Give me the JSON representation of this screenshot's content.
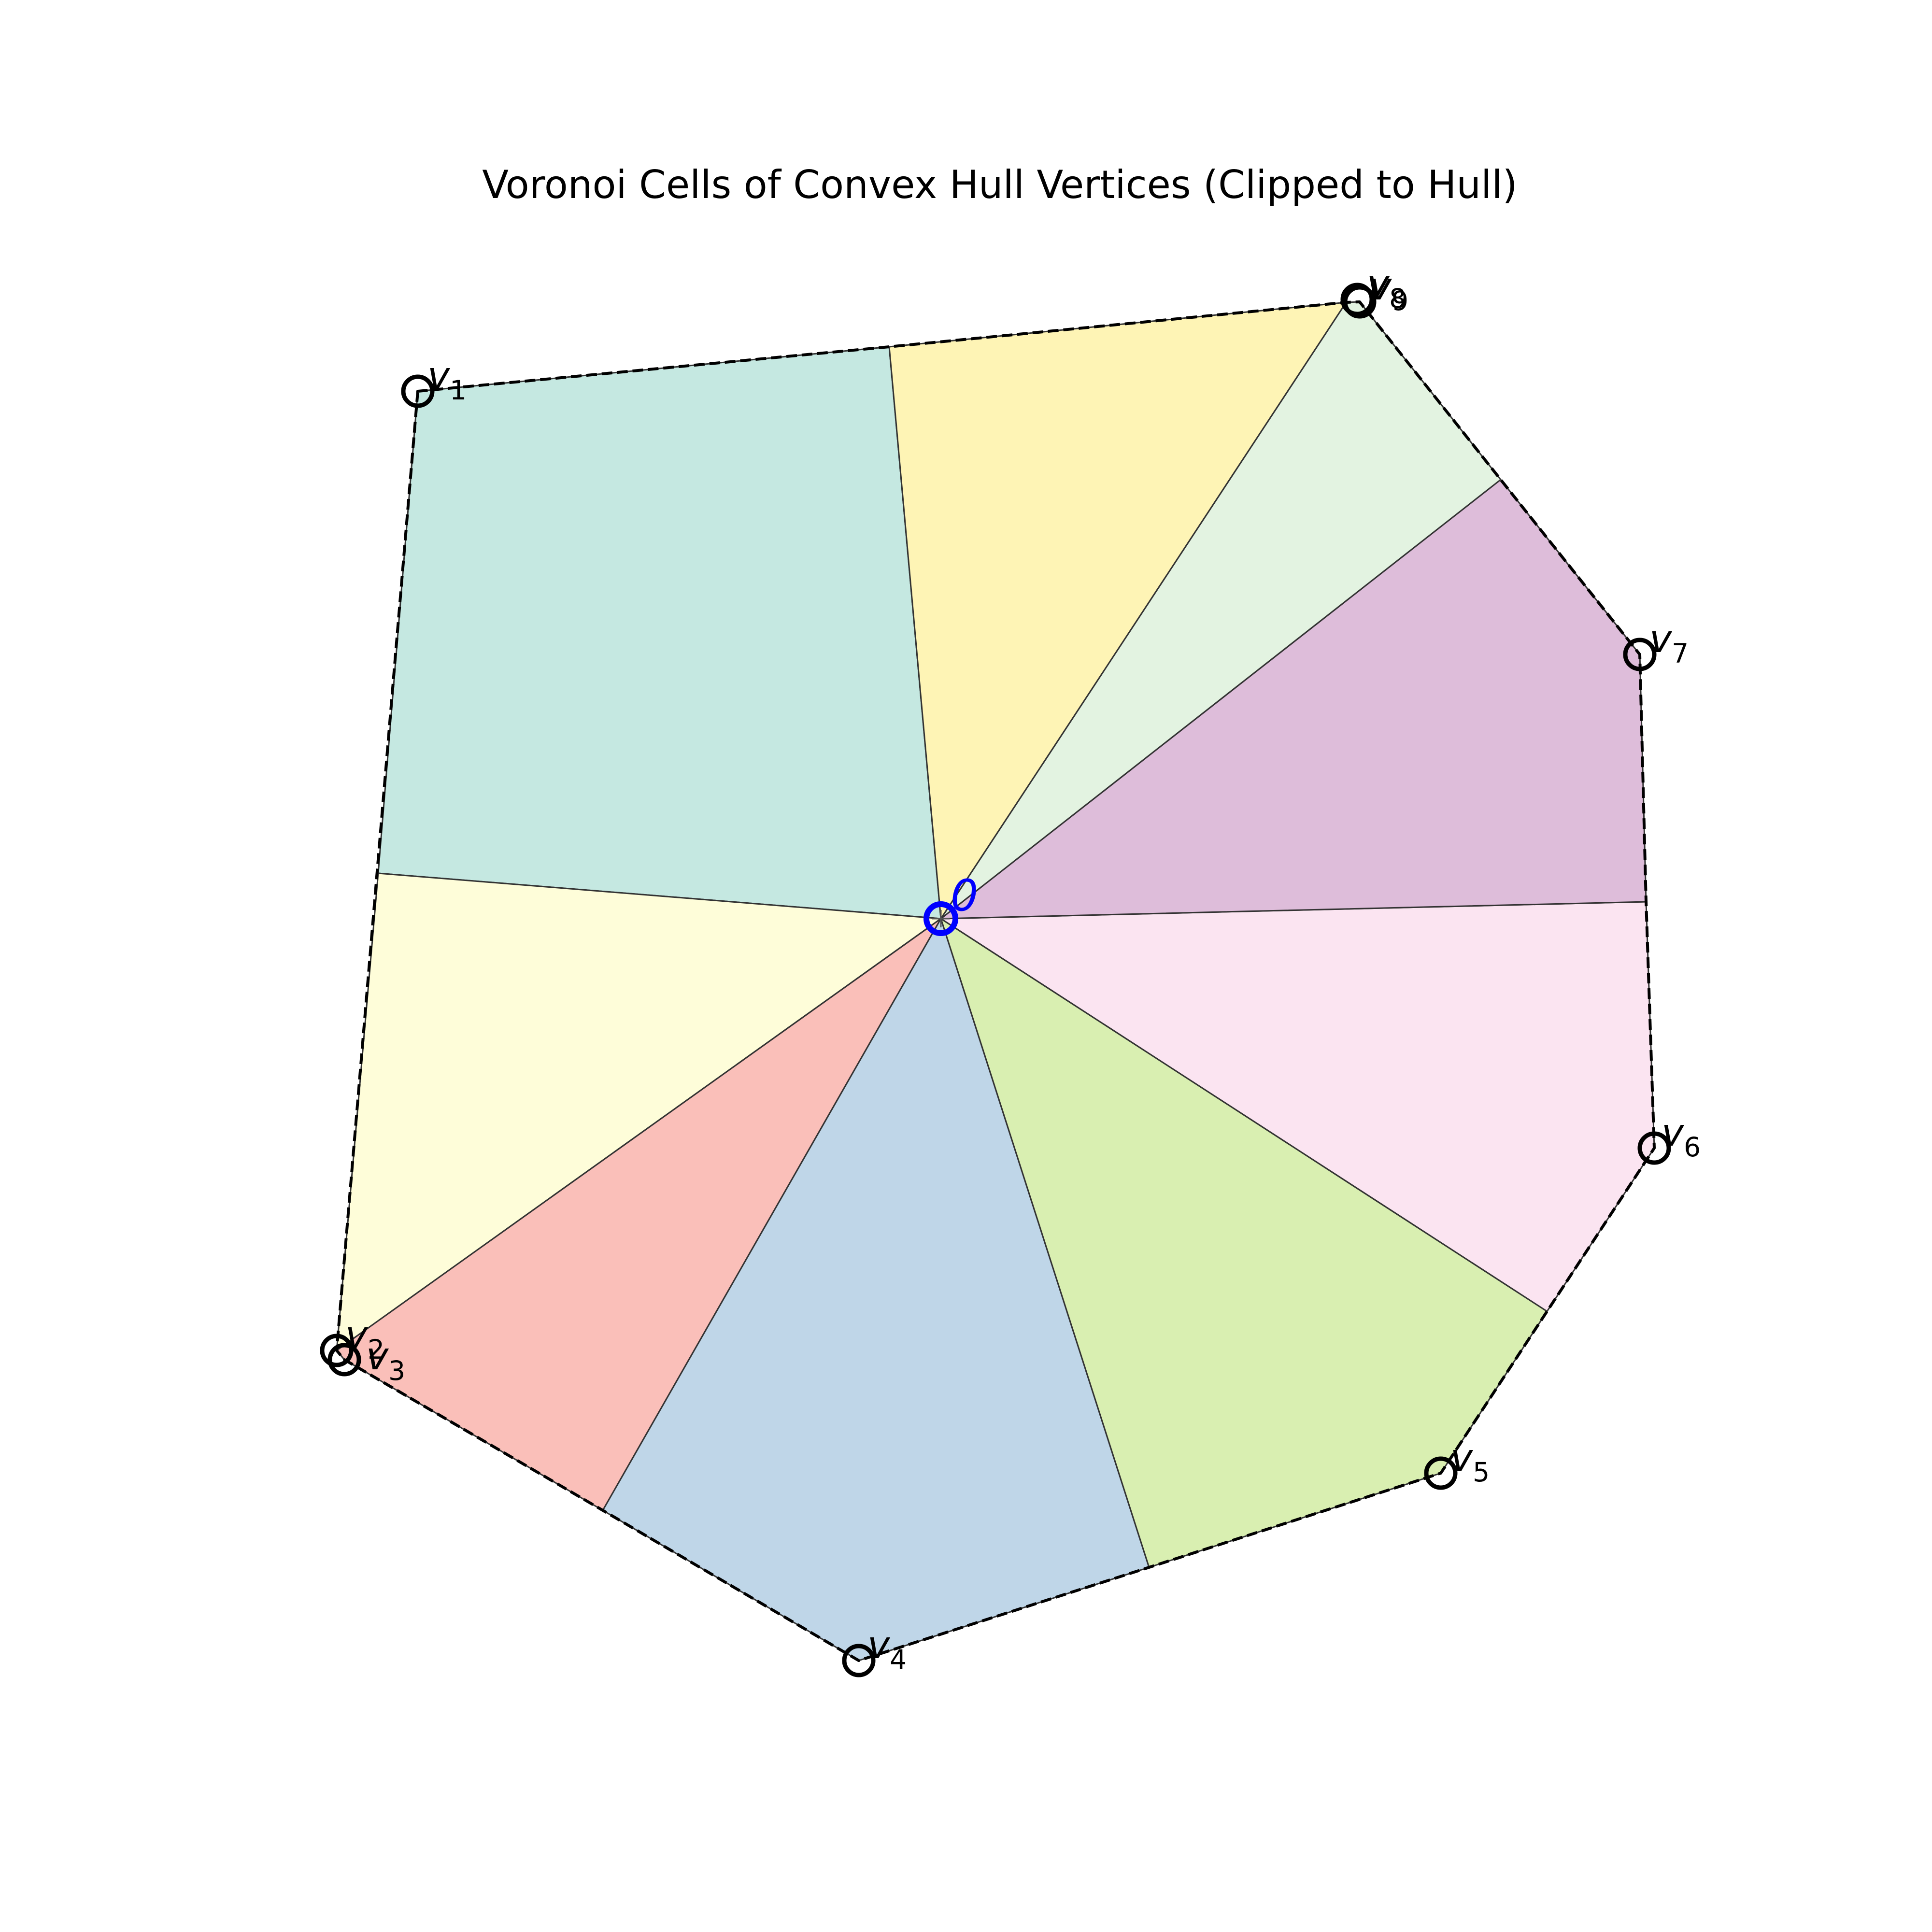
{
  "figure": {
    "title": "Voronoi Cells of Convex Hull Vertices (Clipped to Hull)"
  },
  "origin": {
    "label": "0",
    "color": "#0000ff"
  },
  "vertices": [
    {
      "id": "v1",
      "base": "v",
      "sub": "1"
    },
    {
      "id": "v2",
      "base": "v",
      "sub": "2"
    },
    {
      "id": "v3",
      "base": "v",
      "sub": "3"
    },
    {
      "id": "v4",
      "base": "v",
      "sub": "4"
    },
    {
      "id": "v5",
      "base": "v",
      "sub": "5"
    },
    {
      "id": "v6",
      "base": "v",
      "sub": "6"
    },
    {
      "id": "v7",
      "base": "v",
      "sub": "7"
    },
    {
      "id": "v8",
      "base": "v",
      "sub": "8"
    },
    {
      "id": "v9",
      "base": "v",
      "sub": "9"
    }
  ],
  "cells": [
    {
      "vertex": "v1",
      "color": "#c5e8e1"
    },
    {
      "vertex": "v2",
      "color": "#fefdd9"
    },
    {
      "vertex": "v3",
      "color": "#fabfb9"
    },
    {
      "vertex": "v4",
      "color": "#bfd6e8"
    },
    {
      "vertex": "v5",
      "color": "#d9efb1"
    },
    {
      "vertex": "v6",
      "color": "#fbe4f1"
    },
    {
      "vertex": "v7",
      "color": "#debdda"
    },
    {
      "vertex": "v8",
      "color": "#e3f3e1"
    },
    {
      "vertex": "v9",
      "color": "#fef4b5"
    }
  ],
  "style": {
    "hull_line": "dashed black",
    "cell_edge_color": "#333333",
    "vertex_marker": "hollow circle"
  }
}
